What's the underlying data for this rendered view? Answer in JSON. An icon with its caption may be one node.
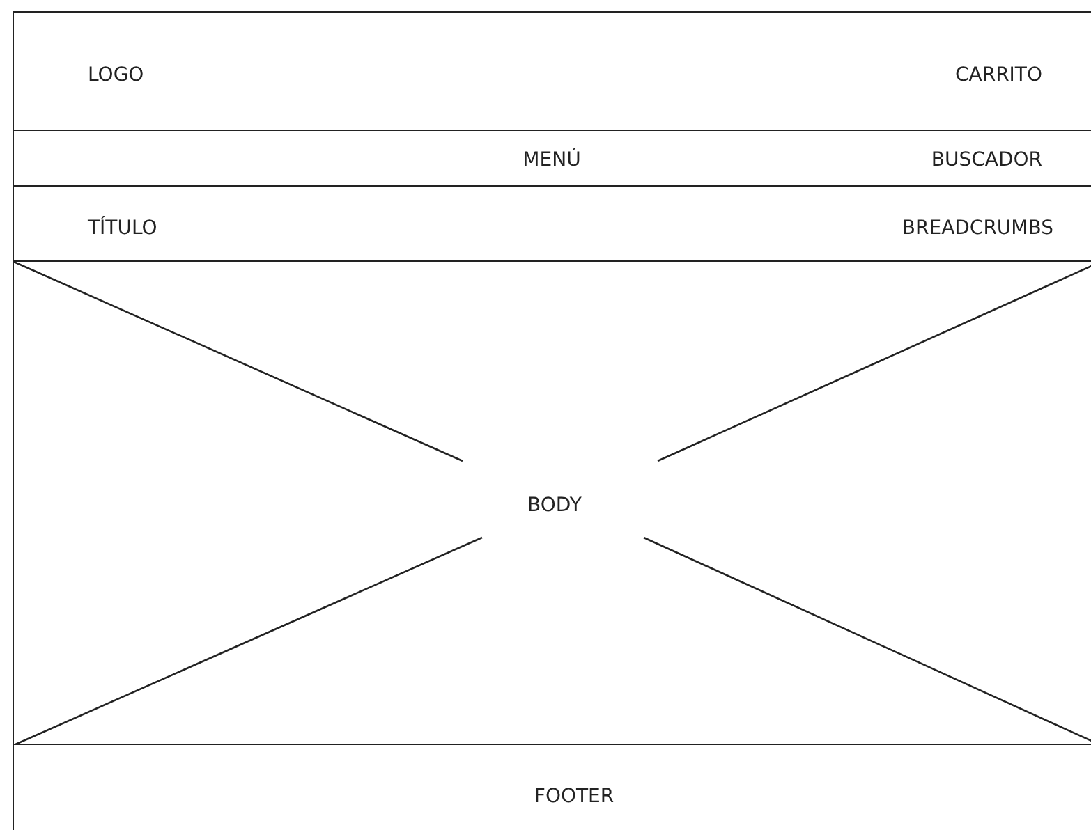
{
  "diagram": {
    "nodes": [
      {
        "text": [
          "LOGO",
          "CARRITO"
        ]
      },
      {
        "text": [
          "MENÚ",
          "BUSCADOR"
        ]
      },
      {
        "text": [
          "TÍTULO",
          "BREADCRUMBS"
        ]
      },
      {
        "text": [
          "BODY"
        ]
      },
      {
        "text": [
          "FOOTER"
        ]
      }
    ]
  }
}
